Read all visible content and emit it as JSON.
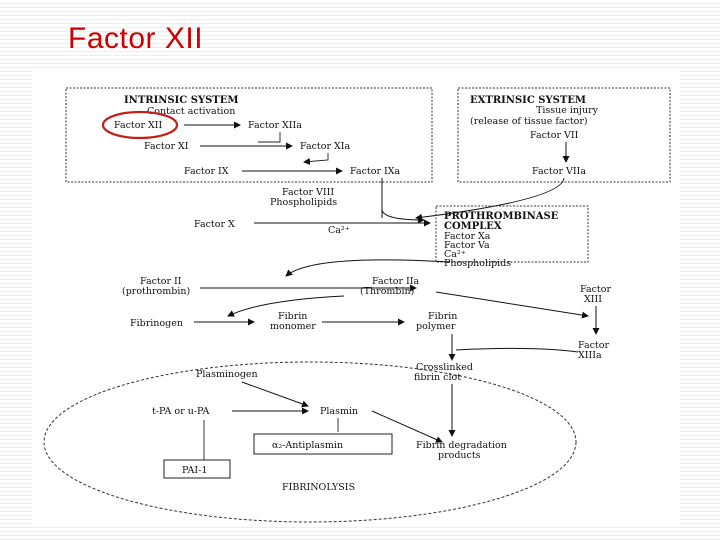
{
  "slide": {
    "title": "Factor XII"
  },
  "diagram": {
    "intrinsic": {
      "header": "INTRINSIC SYSTEM",
      "sub": "Contact activation",
      "factor_xii": "Factor XII",
      "factor_xiia": "Factor XIIa",
      "factor_xi": "Factor XI",
      "factor_xia": "Factor XIa",
      "factor_ix": "Factor IX",
      "factor_ixa": "Factor IXa"
    },
    "extrinsic": {
      "header": "EXTRINSIC SYSTEM",
      "sub1": "Tissue injury",
      "sub2": "(release of tissue factor)",
      "factor_vii": "Factor VII",
      "factor_viia": "Factor VIIa"
    },
    "cofactors": {
      "line1": "Factor VIII",
      "line2": "Phospholipids"
    },
    "factor_x": "Factor X",
    "ca": "Ca²⁺",
    "prothrombinase": {
      "title1": "PROTHROMBINASE",
      "title2": "COMPLEX",
      "items": [
        "Factor Xa",
        "Factor Va",
        "Ca²⁺",
        "Phospholipids"
      ]
    },
    "factor_ii": {
      "line1": "Factor II",
      "line2": "(prothrombin)"
    },
    "factor_iia": {
      "line1": "Factor IIa",
      "line2": "(Thrombin)"
    },
    "factor_xiii": {
      "line1": "Factor",
      "line2": "XIII"
    },
    "factor_xiiia": {
      "line1": "Factor",
      "line2": "XIIIa"
    },
    "fibrinogen": "Fibrinogen",
    "fibrin_monomer": {
      "line1": "Fibrin",
      "line2": "monomer"
    },
    "fibrin_polymer": {
      "line1": "Fibrin",
      "line2": "polymer"
    },
    "crosslinked": {
      "line1": "Crosslinked",
      "line2": "fibrin clot"
    },
    "plasminogen": "Plasminogen",
    "tpa": "t-PA or u-PA",
    "plasmin": "Plasmin",
    "antiplasmin": "α₂-Antiplasmin",
    "fdp": {
      "line1": "Fibrin degradation",
      "line2": "products"
    },
    "pai": "PAI-1",
    "fibrinolysis": "FIBRINOLYSIS"
  }
}
